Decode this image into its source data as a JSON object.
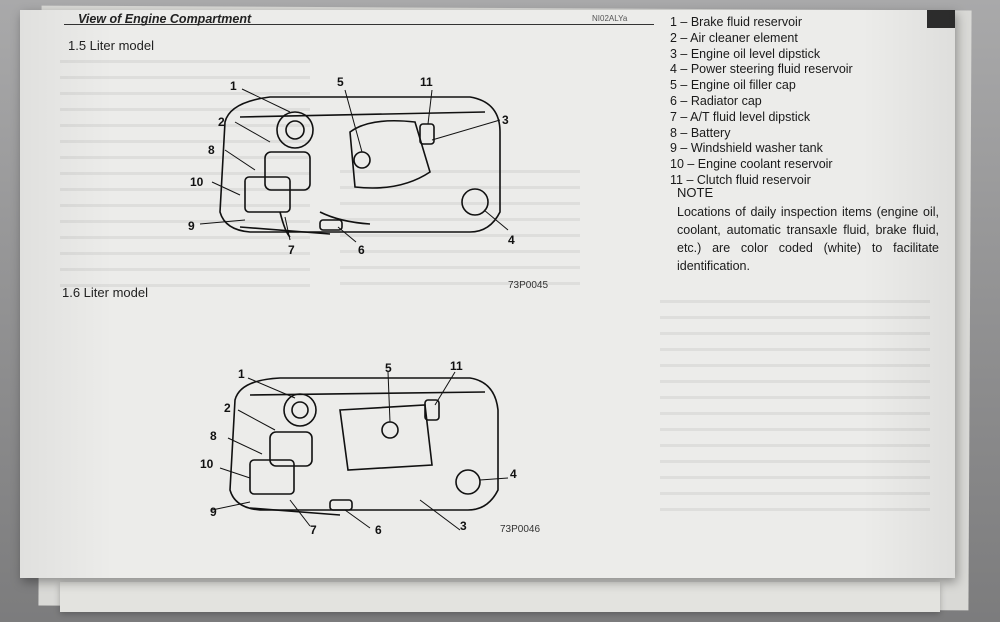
{
  "header": {
    "title": "View of Engine Compartment",
    "code": "NI02ALYa"
  },
  "figures": [
    {
      "model_label": "1.5 Liter model",
      "figure_id": "73P0045",
      "callouts": [
        "1",
        "2",
        "3",
        "4",
        "5",
        "6",
        "7",
        "8",
        "9",
        "10",
        "11"
      ]
    },
    {
      "model_label": "1.6 Liter model",
      "figure_id": "73P0046",
      "callouts": [
        "1",
        "2",
        "3",
        "4",
        "5",
        "6",
        "7",
        "8",
        "9",
        "10",
        "11"
      ]
    }
  ],
  "legend": [
    "1 – Brake fluid reservoir",
    "2 – Air cleaner element",
    "3 – Engine oil level dipstick",
    "4 – Power steering fluid reservoir",
    "5 – Engine oil filler cap",
    "6 – Radiator cap",
    "7 – A/T fluid level dipstick",
    "8 – Battery",
    "9 – Windshield washer tank",
    "10 – Engine coolant reservoir",
    "11 – Clutch fluid reservoir"
  ],
  "note": {
    "heading": "NOTE",
    "text": "Locations of daily inspection items (engine oil, coolant, automatic transaxle fluid, brake fluid, etc.) are color coded (white) to facilitate identification."
  }
}
